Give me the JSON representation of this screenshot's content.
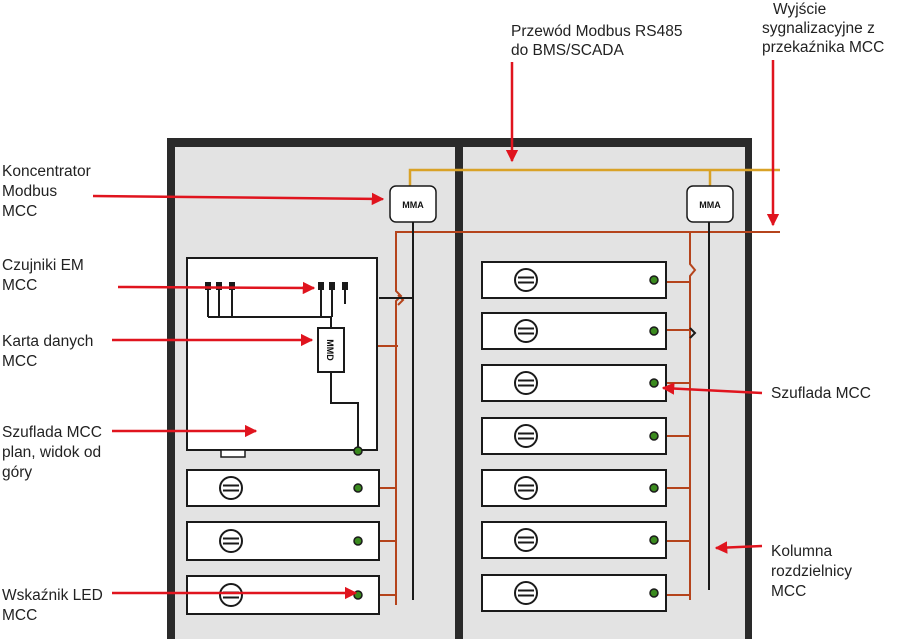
{
  "labels": {
    "modbus_cable": [
      "Przewód Modbus RS485",
      "do BMS/SCADA"
    ],
    "signal_output": [
      "Wyjście",
      "sygnalizacyjne z",
      "przekaźnika MCC"
    ],
    "concentrator": [
      "Koncentrator",
      "Modbus",
      "MCC"
    ],
    "em_sensors": [
      "Czujniki EM",
      "MCC"
    ],
    "data_card": [
      "Karta danych",
      "MCC"
    ],
    "drawer_plan": [
      "Szuflada MCC",
      "plan, widok od",
      "góry"
    ],
    "led_indicator": [
      "Wskaźnik LED",
      "MCC"
    ],
    "mcc_drawer": [
      "Szuflada MCC"
    ],
    "distribution_column": [
      "Kolumna",
      "rozdzielnicy",
      "MCC"
    ]
  },
  "devices": {
    "mma_left": "MMA",
    "mma_right": "MMA",
    "mmd": "MMD"
  },
  "colors": {
    "frame": "#2a2a2a",
    "panel": "#e3e3e3",
    "modbus_line": "#d9a227",
    "signal_line": "#b5441c",
    "arrow": "#e0141e",
    "led": "#3a8a1e",
    "bus": "#1a1a1a"
  }
}
